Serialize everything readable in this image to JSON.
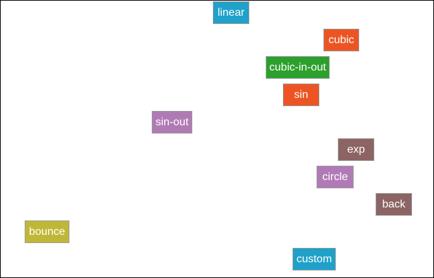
{
  "easing_labels": [
    {
      "id": "linear",
      "label": "linear",
      "color": "#1fa1c9"
    },
    {
      "id": "cubic",
      "label": "cubic",
      "color": "#ec5523"
    },
    {
      "id": "cubic-in-out",
      "label": "cubic-in-out",
      "color": "#2ca02c"
    },
    {
      "id": "sin",
      "label": "sin",
      "color": "#ec5523"
    },
    {
      "id": "sin-out",
      "label": "sin-out",
      "color": "#b07bb5"
    },
    {
      "id": "exp",
      "label": "exp",
      "color": "#8c6464"
    },
    {
      "id": "circle",
      "label": "circle",
      "color": "#b07bb5"
    },
    {
      "id": "back",
      "label": "back",
      "color": "#8c6464"
    },
    {
      "id": "bounce",
      "label": "bounce",
      "color": "#bfb836"
    },
    {
      "id": "custom",
      "label": "custom",
      "color": "#1fa1c9"
    }
  ]
}
